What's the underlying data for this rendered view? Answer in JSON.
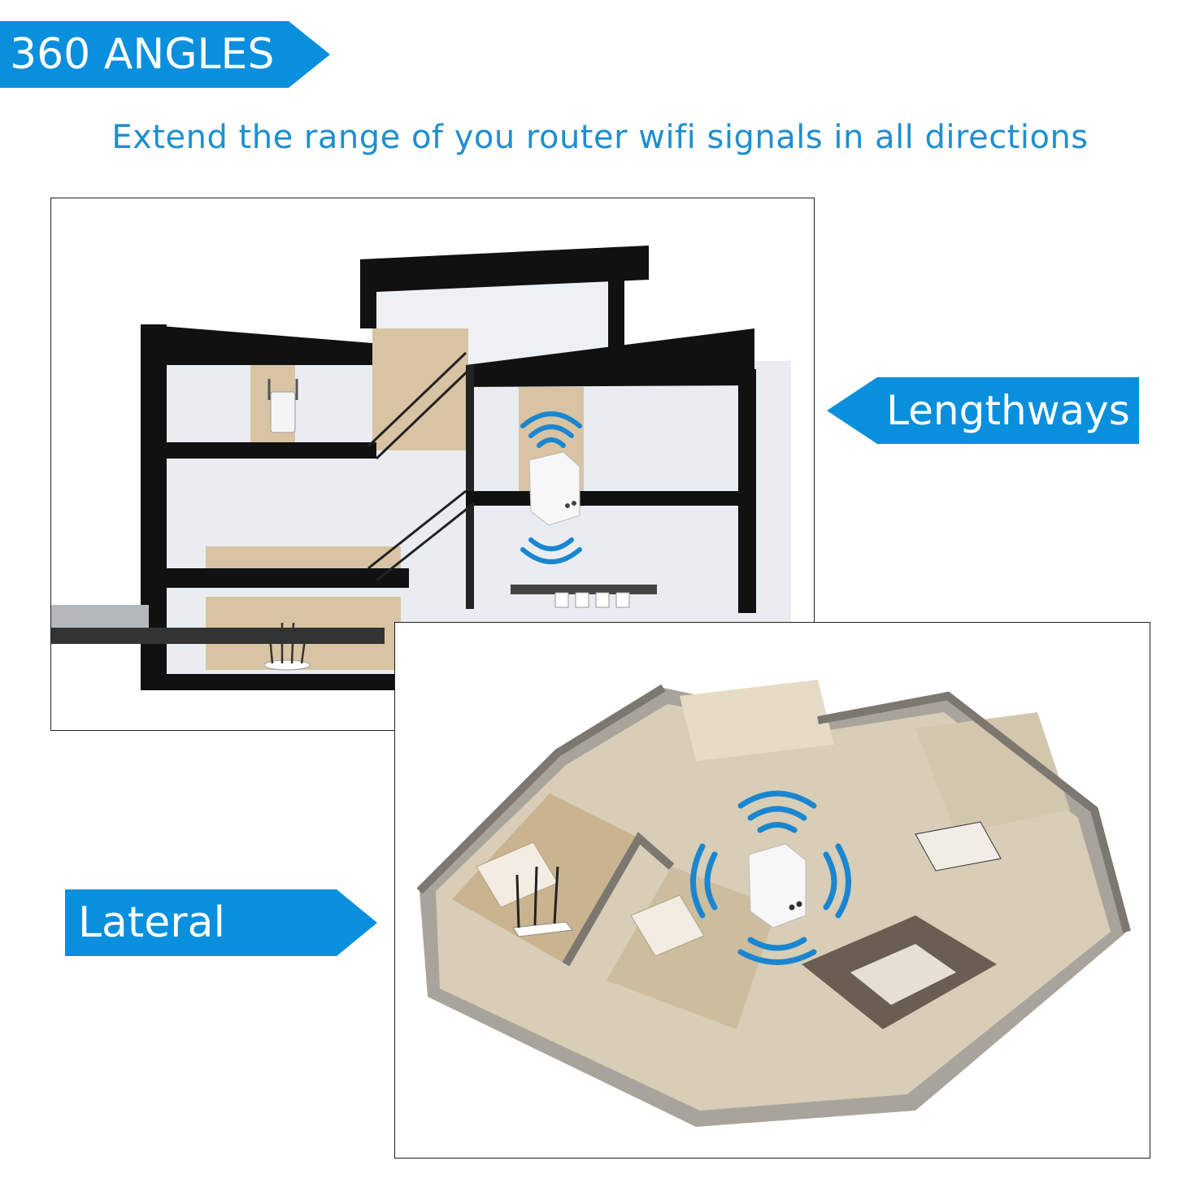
{
  "header": {
    "badge_label": "360 ANGLES",
    "subtitle": "Extend the range of you router wifi signals in all directions"
  },
  "callouts": {
    "lengthways_label": "Lengthways",
    "lateral_label": "Lateral"
  },
  "colors": {
    "accent": "#0a8fdc",
    "subtitle_text": "#1f8fcf",
    "wifi_wave": "#1a86d0"
  },
  "illustrations": {
    "cross_section_icons": [
      "house-cross-section-image",
      "router-icon",
      "repeater-icon",
      "wifi-signal-icon"
    ],
    "floor_plan_icons": [
      "floor-plan-3d-image",
      "router-icon",
      "repeater-icon",
      "wifi-signal-icon"
    ]
  }
}
